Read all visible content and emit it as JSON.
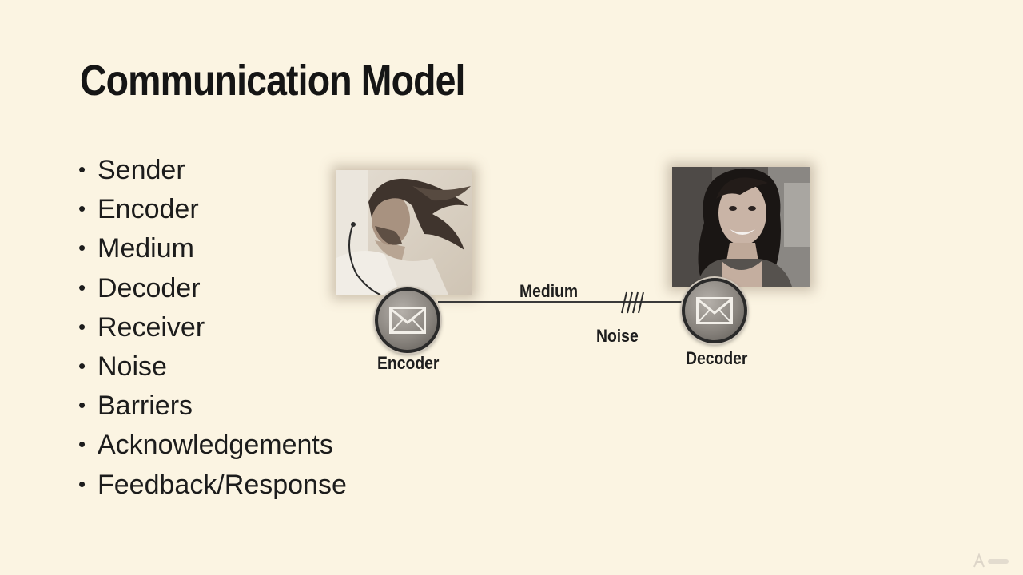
{
  "slide": {
    "title": "Communication Model",
    "bullets": [
      "Sender",
      "Encoder",
      "Medium",
      "Decoder",
      "Receiver",
      "Noise",
      "Barriers",
      "Acknowledgements",
      "Feedback/Response"
    ]
  },
  "diagram": {
    "medium_label": "Medium",
    "noise_label": "Noise",
    "encoder_label": "Encoder",
    "decoder_label": "Decoder",
    "encoder_icon": "envelope-icon",
    "decoder_icon": "envelope-icon",
    "line_color": "#3a3a3a"
  },
  "colors": {
    "background": "#fbf4e2",
    "text": "#1b1b1b"
  }
}
